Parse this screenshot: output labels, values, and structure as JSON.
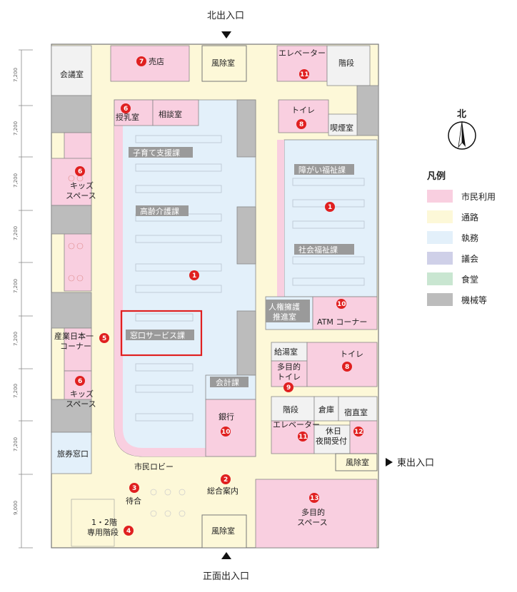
{
  "entrances": {
    "north": "北出入口",
    "east": "東出入口",
    "front": "正面出入口"
  },
  "compass": {
    "label": "北"
  },
  "legend": {
    "title": "凡例",
    "items": [
      {
        "label": "市民利用",
        "color": "#f9cfe0"
      },
      {
        "label": "通路",
        "color": "#fdf8d8"
      },
      {
        "label": "執務",
        "color": "#e3f0fa"
      },
      {
        "label": "議会",
        "color": "#cfd0e8"
      },
      {
        "label": "食堂",
        "color": "#c9e6d1"
      },
      {
        "label": "機械等",
        "color": "#bcbcbc"
      }
    ]
  },
  "rooms": {
    "kaigishitsu": "会議室",
    "baiten": "売店",
    "fujoshitsu_top": "風除室",
    "elevator_top": "エレベーター",
    "kaidan_top": "階段",
    "junyushitsu": "授乳室",
    "sodanshitsu": "相談室",
    "toilet_top": "トイレ",
    "kitsuenshitsu": "喫煙室",
    "kosodate": "子育て支援課",
    "kids_top_1": "キッズ",
    "kids_top_2": "スペース",
    "shogai": "障がい福祉課",
    "korei": "高齢介護課",
    "shakai": "社会福祉課",
    "jinken_1": "人権擁護",
    "jinken_2": "推進室",
    "atm": "ATM コーナー",
    "sangyo_1": "産業日本一",
    "sangyo_2": "コーナー",
    "madoguchi": "窓口サービス課",
    "kyutoshitsu": "給湯室",
    "tamokuteki_toilet_1": "多目的",
    "tamokuteki_toilet_2": "トイレ",
    "toilet_mid": "トイレ",
    "kids_bottom_1": "キッズ",
    "kids_bottom_2": "スペース",
    "kaikeika": "会計課",
    "kaidan_mid": "階段",
    "souko": "倉庫",
    "shukuchoku": "宿直室",
    "ginko": "銀行",
    "elevator_mid": "エレベーター",
    "kyujitsu_1": "休日",
    "kyujitsu_2": "夜間受付",
    "ryoken": "旅券窓口",
    "shimin_lobby": "市民ロビー",
    "fujoshitsu_east": "風除室",
    "sogo_annai": "総合案内",
    "machiai": "待合",
    "tamokuteki_space_1": "多目的",
    "tamokuteki_space_2": "スペース",
    "senyo_1": "1・2階",
    "senyo_2": "専用階段",
    "fujoshitsu_bottom": "風除室"
  },
  "markers": {
    "m1": "1",
    "m2": "2",
    "m3": "3",
    "m4": "4",
    "m5": "5",
    "m6": "6",
    "m7": "7",
    "m8": "8",
    "m9": "9",
    "m10": "10",
    "m11": "11",
    "m12": "12",
    "m13": "13"
  },
  "dimensions": [
    "7,200",
    "7,200",
    "7,200",
    "7,200",
    "7,200",
    "7,200",
    "7,200",
    "7,200",
    "9,000"
  ]
}
